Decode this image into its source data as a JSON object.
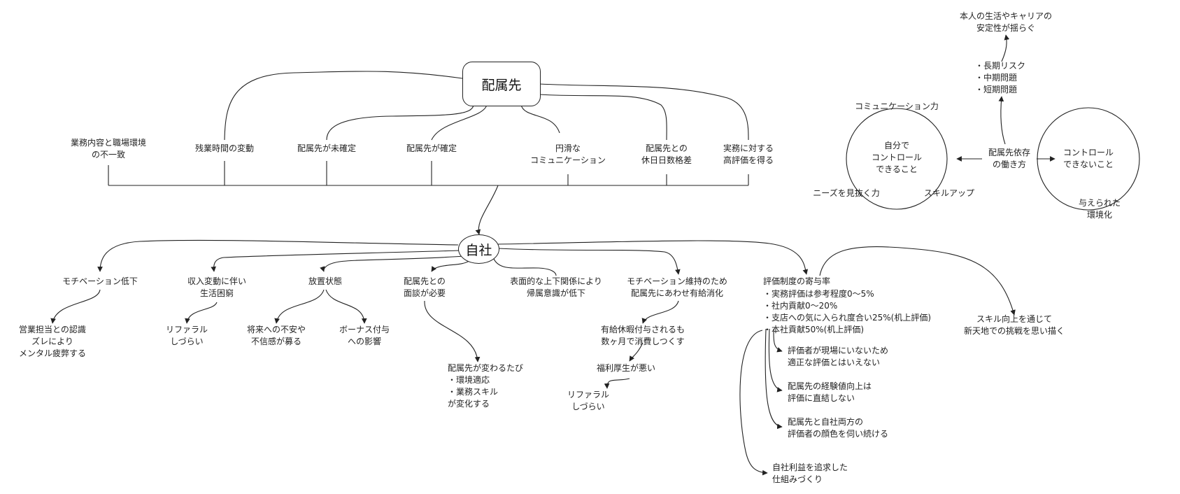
{
  "nodes": {
    "haizoku": "配属先",
    "jisha": "自社"
  },
  "top_row": {
    "mismatch": [
      "業務内容と職場環境",
      "の不一致"
    ],
    "overtime": [
      "残業時間の変動"
    ],
    "undecided": [
      "配属先が未確定"
    ],
    "decided": [
      "配属先が確定"
    ],
    "communication": [
      "円滑な",
      "コミュニケーション"
    ],
    "holiday_gap": [
      "配属先との",
      "休日日数格差"
    ],
    "high_eval": [
      "実務に対する",
      "高評価を得る"
    ]
  },
  "bottom_row": {
    "motivation_down": [
      "モチベーション低下"
    ],
    "sales_gap": [
      "営業担当との認識",
      "ズレにより",
      "メンタル疲弊する"
    ],
    "income": [
      "収入変動に伴い",
      "生活困窮"
    ],
    "referral_1": [
      "リファラル",
      "しづらい"
    ],
    "neglect": [
      "放置状態"
    ],
    "anxiety": [
      "将来への不安や",
      "不信感が募る"
    ],
    "bonus": [
      "ボーナス付与",
      "への影響"
    ],
    "interview": [
      "配属先との",
      "面談が必要"
    ],
    "change": [
      "配属先が変わるたび",
      "・環境適応",
      "・業務スキル",
      "が変化する"
    ],
    "hierarchy": [
      "表面的な上下関係により",
      "帰属意識が低下"
    ],
    "paid_leave": [
      "モチベーション維持のため",
      "配属先にあわせ有給消化"
    ],
    "consumed": [
      "有給休暇付与されるも",
      "数ヶ月で消費しつくす"
    ],
    "welfare": [
      "福利厚生が悪い"
    ],
    "referral_2": [
      "リファラル",
      "しづらい"
    ],
    "eval_ratio": [
      "評価制度の寄与率"
    ],
    "eval_list": [
      "・実務評価は参考程度0～5%",
      "・社内貢献0～20%",
      "・支店への気に入られ度合い25%(机上評価)",
      "・本社貢献50%(机上評価)"
    ],
    "evaluator_absent": [
      "評価者が現場にいないため",
      "適正な評価とはいえない"
    ],
    "experience": [
      "配属先の経験値向上は",
      "評価に直結しない"
    ],
    "both_eval": [
      "配属先と自社両方の",
      "評価者の顔色を伺い続ける"
    ],
    "profit": [
      "自社利益を追求した",
      "仕組みづくり"
    ],
    "skill_new": [
      "スキル向上を通じて",
      "新天地での挑戦を思い描く"
    ]
  },
  "right_cluster": {
    "life_career": [
      "本人の生活やキャリアの",
      "安定性が揺らぐ"
    ],
    "risks": [
      "・長期リスク",
      "・中期問題",
      "・短期問題"
    ],
    "dependent": [
      "配属先依存",
      "の働き方"
    ],
    "controllable": [
      "自分で",
      "コントロール",
      "できること"
    ],
    "comm_power": [
      "コミュニケーション力"
    ],
    "needs": [
      "ニーズを見抜く力"
    ],
    "skill_up": [
      "スキルアップ"
    ],
    "uncontrollable": [
      "コントロール",
      "できないこと"
    ],
    "given_env": [
      "与えられた",
      "環境化"
    ]
  }
}
